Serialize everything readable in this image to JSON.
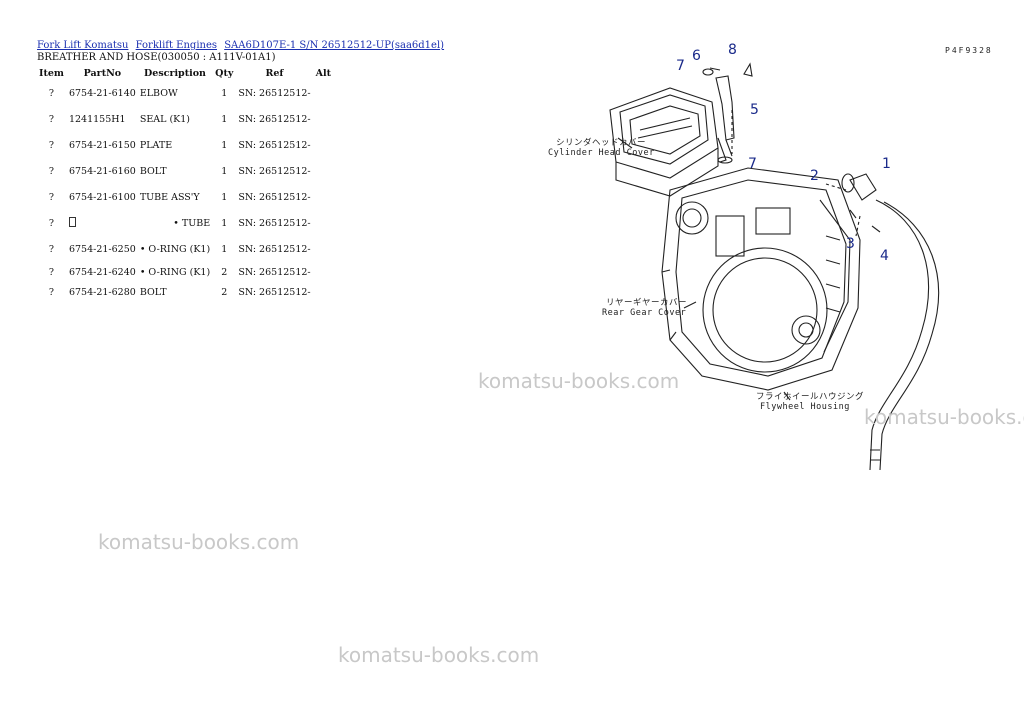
{
  "breadcrumb": {
    "links": [
      "Fork Lift Komatsu",
      "Forklift Engines",
      "SAA6D107E-1 S/N 26512512-UP(saa6d1el)"
    ]
  },
  "subtitle": "BREATHER AND HOSE(030050 : A111V-01A1)",
  "table": {
    "headers": [
      "Item",
      "PartNo",
      "Description",
      "Qty",
      "Ref",
      "Alt"
    ],
    "rows": [
      {
        "item": "?",
        "part": "6754-21-6140",
        "desc": "ELBOW",
        "qty": "1",
        "ref": "SN: 26512512-"
      },
      {
        "item": "?",
        "part": "1241155H1",
        "desc": "SEAL (K1)",
        "qty": "1",
        "ref": "SN: 26512512-"
      },
      {
        "item": "?",
        "part": "6754-21-6150",
        "desc": "PLATE",
        "qty": "1",
        "ref": "SN: 26512512-"
      },
      {
        "item": "?",
        "part": "6754-21-6160",
        "desc": "BOLT",
        "qty": "1",
        "ref": "SN: 26512512-"
      },
      {
        "item": "?",
        "part": "6754-21-6100",
        "desc": "TUBE ASS'Y",
        "qty": "1",
        "ref": "SN: 26512512-"
      },
      {
        "item": "?",
        "part": "",
        "desc": "• TUBE",
        "qty": "1",
        "ref": "SN: 26512512-"
      },
      {
        "item": "?",
        "part": "6754-21-6250",
        "desc": "• O-RING (K1)",
        "qty": "1",
        "ref": "SN: 26512512-"
      },
      {
        "item": "?",
        "part": "6754-21-6240",
        "desc": "• O-RING (K1)",
        "qty": "2",
        "ref": "SN: 26512512-"
      },
      {
        "item": "?",
        "part": "6754-21-6280",
        "desc": "BOLT",
        "qty": "2",
        "ref": "SN: 26512512-"
      }
    ]
  },
  "diagram": {
    "figure_code": "P4F9328",
    "labels": {
      "cylinder_head_jp": "シリンダヘッドカバー",
      "cylinder_head_en": "Cylinder Head Cover",
      "rear_gear_jp": "リヤーギヤーカバー",
      "rear_gear_en": "Rear Gear Cover",
      "flywheel_jp": "フライホイールハウジング",
      "flywheel_en": "Flywheel Housing"
    },
    "callouts": [
      "7",
      "6",
      "8",
      "5",
      "7",
      "2",
      "1",
      "3",
      "4"
    ]
  },
  "watermark": "komatsu-books.com",
  "colors": {
    "link": "#1a2fb0",
    "callout": "#1a2a8a",
    "watermark": "#c8c8c8"
  }
}
